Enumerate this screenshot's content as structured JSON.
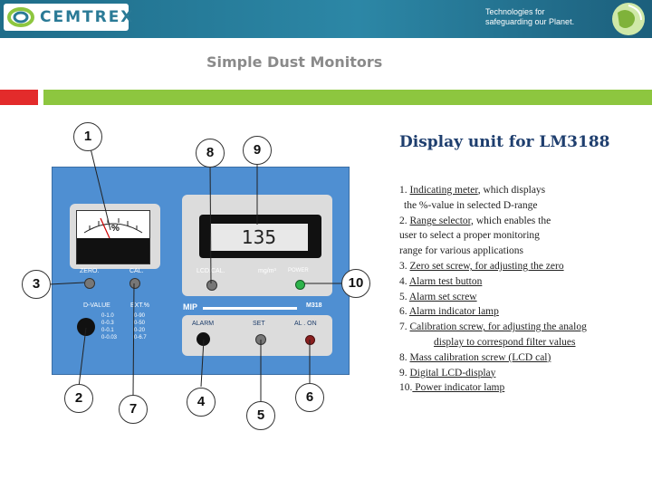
{
  "header": {
    "logo_text": "CEMTREX",
    "tagline_line1": "Technologies for",
    "tagline_line2": "safeguarding our Planet."
  },
  "section_title": "Simple Dust Monitors",
  "panel": {
    "meter_label": "%",
    "zero_label": "ZERO.",
    "cal_label": "CAL.",
    "dvalue_label": "D-VALUE",
    "ext_label": "EXT.%",
    "range_values": [
      "0-1.0",
      "0-0.3",
      "0-0.1",
      "0-0.03"
    ],
    "ext_values": [
      "0-90",
      "0-50",
      "0-20",
      "0-6.7"
    ],
    "lcd_value": "135",
    "lcd_cal_label": "LCD.CAL.",
    "unit_label": "mg/m³",
    "power_label": "POWER",
    "mip_label": "MIP",
    "model_label": "M318",
    "alarm_label": "ALARM",
    "set_label": "SET",
    "alon_label": "AL . ON"
  },
  "callouts": [
    "1",
    "2",
    "3",
    "4",
    "5",
    "6",
    "7",
    "8",
    "9",
    "10"
  ],
  "heading": "Display unit for LM3188",
  "items": [
    {
      "num": "1.",
      "link": "Indicating meter",
      "rest": ", which displays"
    },
    {
      "cont": "the %-value in selected D-range"
    },
    {
      "num": "2.",
      "link": "Range selector,",
      "rest": " which enables the"
    },
    {
      "cont": "user to select a proper monitoring"
    },
    {
      "cont": "range for various applications"
    },
    {
      "num": "3.",
      "link": "Zero set screw, for adjusting the zero",
      "rest": ""
    },
    {
      "num": "4.",
      "link": "Alarm test button",
      "rest": ""
    },
    {
      "num": "5.",
      "link": "Alarm set screw",
      "rest": ""
    },
    {
      "num": "6.",
      "link": "Alarm indicator lamp",
      "rest": ""
    },
    {
      "num": "7.",
      "link": "Calibration screw, for adjusting the analog",
      "rest": ""
    },
    {
      "cont_link": "display to correspond filter values"
    },
    {
      "num": "8.",
      "link": "Mass calibration screw (LCD cal)",
      "rest": ""
    },
    {
      "num": "9.",
      "link": "Digital LCD-display",
      "rest": ""
    },
    {
      "num": "10.",
      "link": " Power indicator lamp",
      "rest": ""
    }
  ],
  "colors": {
    "banner": "#2c87a6",
    "accent_red": "#e32b2b",
    "accent_green": "#8dc63f",
    "panel_blue": "#4f8fd2",
    "heading": "#1e3e6e"
  }
}
